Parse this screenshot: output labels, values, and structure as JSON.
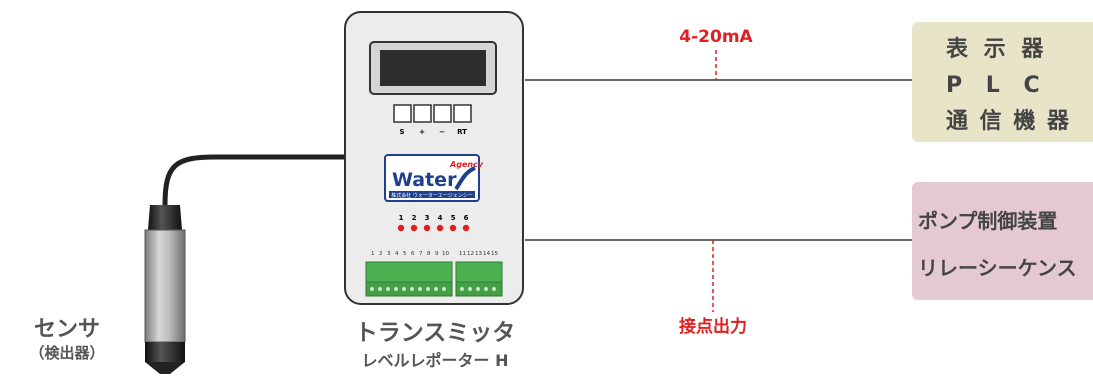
{
  "sensor": {
    "label": "センサ",
    "sublabel": "（検出器）"
  },
  "transmitter": {
    "label": "トランスミッタ",
    "sublabel": "レベルレポーター H",
    "buttons": [
      "S",
      "+",
      "−",
      "RT"
    ],
    "logo_top": "Agency",
    "logo_main": "Water",
    "logo_sub": "株式会社 ウォーターエージェンシー",
    "leds": [
      "1",
      "2",
      "3",
      "4",
      "5",
      "6"
    ],
    "terminal_numbers": [
      "1",
      "2",
      "3",
      "4",
      "5",
      "6",
      "7",
      "8",
      "9",
      "10",
      "11",
      "12",
      "13",
      "14",
      "15"
    ]
  },
  "signals": {
    "analog": "4-20mA",
    "contact": "接点出力"
  },
  "display_box": {
    "lines": [
      "表 示 器",
      "P L C",
      "通 信 機 器"
    ],
    "color": "#e8e4c8"
  },
  "pump_box": {
    "lines": [
      "ポンプ制御装置",
      "リレーシーケンス"
    ],
    "color": "#e4c9d3"
  },
  "colors": {
    "red": "#e02020",
    "line": "#333333",
    "green": "#4caf50",
    "led": "#e02020"
  }
}
